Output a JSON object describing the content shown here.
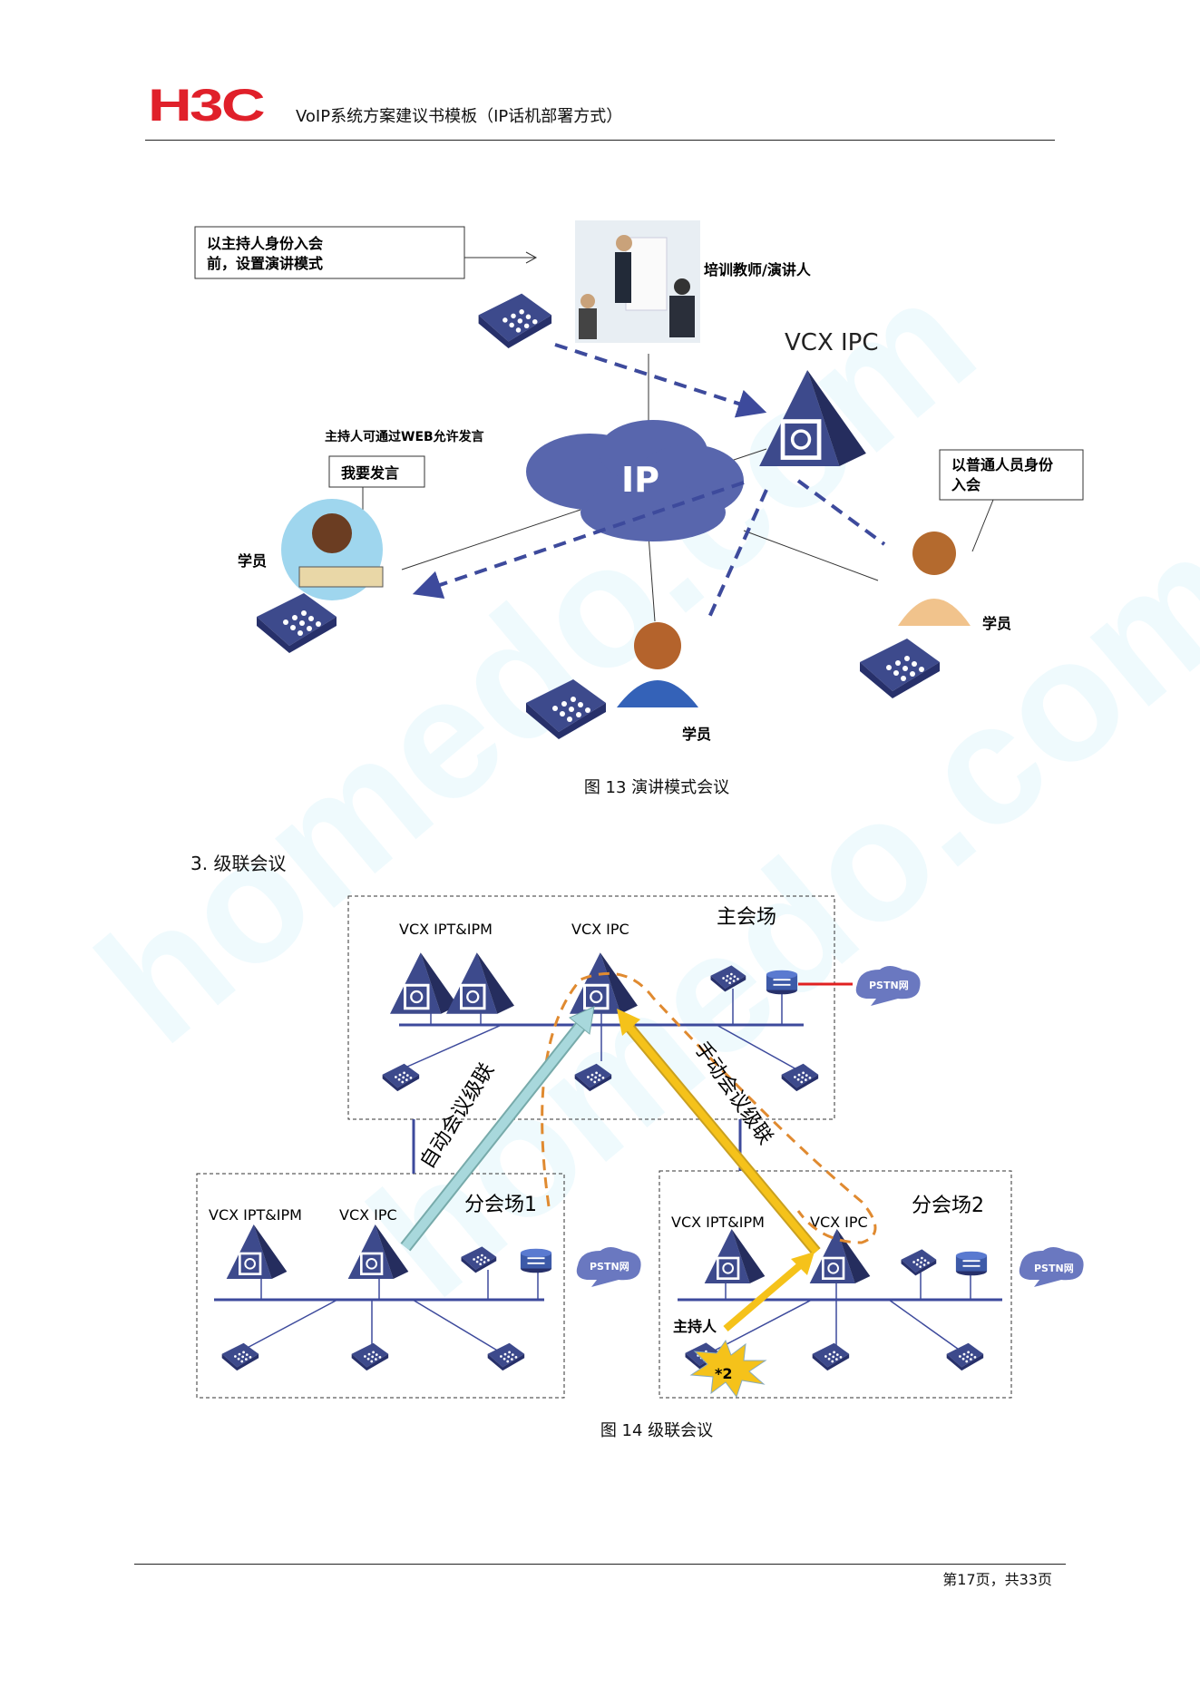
{
  "header": {
    "logo": "H3C",
    "title": "VoIP系统方案建议书模板（IP话机部署方式）"
  },
  "figure13": {
    "note_host": [
      "以主持人身份入会",
      "前，设置演讲模式"
    ],
    "trainer_label": "培训教师/演讲人",
    "vcx_ipc": "VCX IPC",
    "cloud_label": "IP",
    "web_note": "主持人可通过WEB允许发言",
    "speak_button": "我要发言",
    "note_member": [
      "以普通人员身份",
      "入会"
    ],
    "student": "学员",
    "caption": "图 13  演讲模式会议"
  },
  "section": {
    "title": "3.  级联会议"
  },
  "figure14": {
    "main_site": "主会场",
    "sub_site1": "分会场1",
    "sub_site2": "分会场2",
    "ipt_ipm": "VCX IPT&IPM",
    "vcx_ipc": "VCX IPC",
    "pstn": "PSTN网",
    "auto_cascade": "自动会议级联",
    "manual_cascade": "手动会议级联",
    "host": "主持人",
    "star_code": "*2",
    "caption": "图 14  级联会议"
  },
  "footer": {
    "page": "第17页，共33页"
  },
  "colors": {
    "brand": "#e0202a",
    "device": "#3d4a8c",
    "cloud": "#5a6bb0",
    "yellow": "#f5c21a",
    "teal": "#a8d8dc",
    "orange": "#e08a30"
  }
}
